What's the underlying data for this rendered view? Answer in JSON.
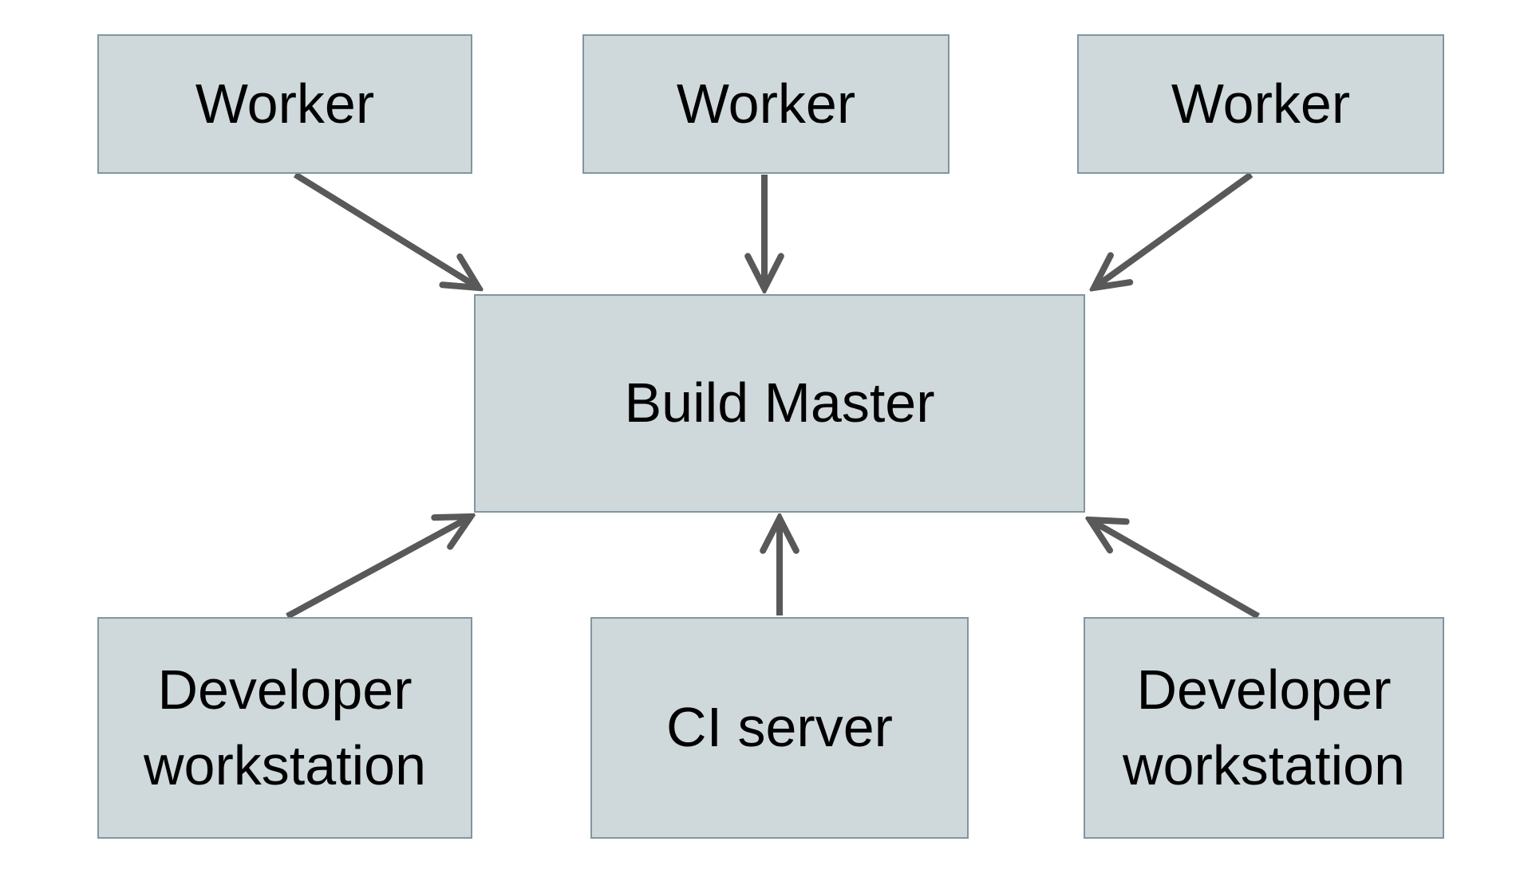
{
  "colors": {
    "page-bg": "#ffffff",
    "node-fill": "#cfd8da",
    "node-border": "#8096a1",
    "arrow-color": "#595959",
    "text-color": "#000000"
  },
  "nodes": {
    "worker_left": {
      "label": "Worker"
    },
    "worker_center": {
      "label": "Worker"
    },
    "worker_right": {
      "label": "Worker"
    },
    "build_master": {
      "label": "Build Master"
    },
    "dev_left": {
      "line1": "Developer",
      "line2": "workstation"
    },
    "ci_server": {
      "label": "CI server"
    },
    "dev_right": {
      "line1": "Developer",
      "line2": "workstation"
    }
  },
  "edges": [
    {
      "from": "Worker (top-left)",
      "to": "Build Master"
    },
    {
      "from": "Worker (top-center)",
      "to": "Build Master"
    },
    {
      "from": "Worker (top-right)",
      "to": "Build Master"
    },
    {
      "from": "Developer workstation (bottom-left)",
      "to": "Build Master"
    },
    {
      "from": "CI server",
      "to": "Build Master"
    },
    {
      "from": "Developer workstation (bottom-right)",
      "to": "Build Master"
    }
  ]
}
